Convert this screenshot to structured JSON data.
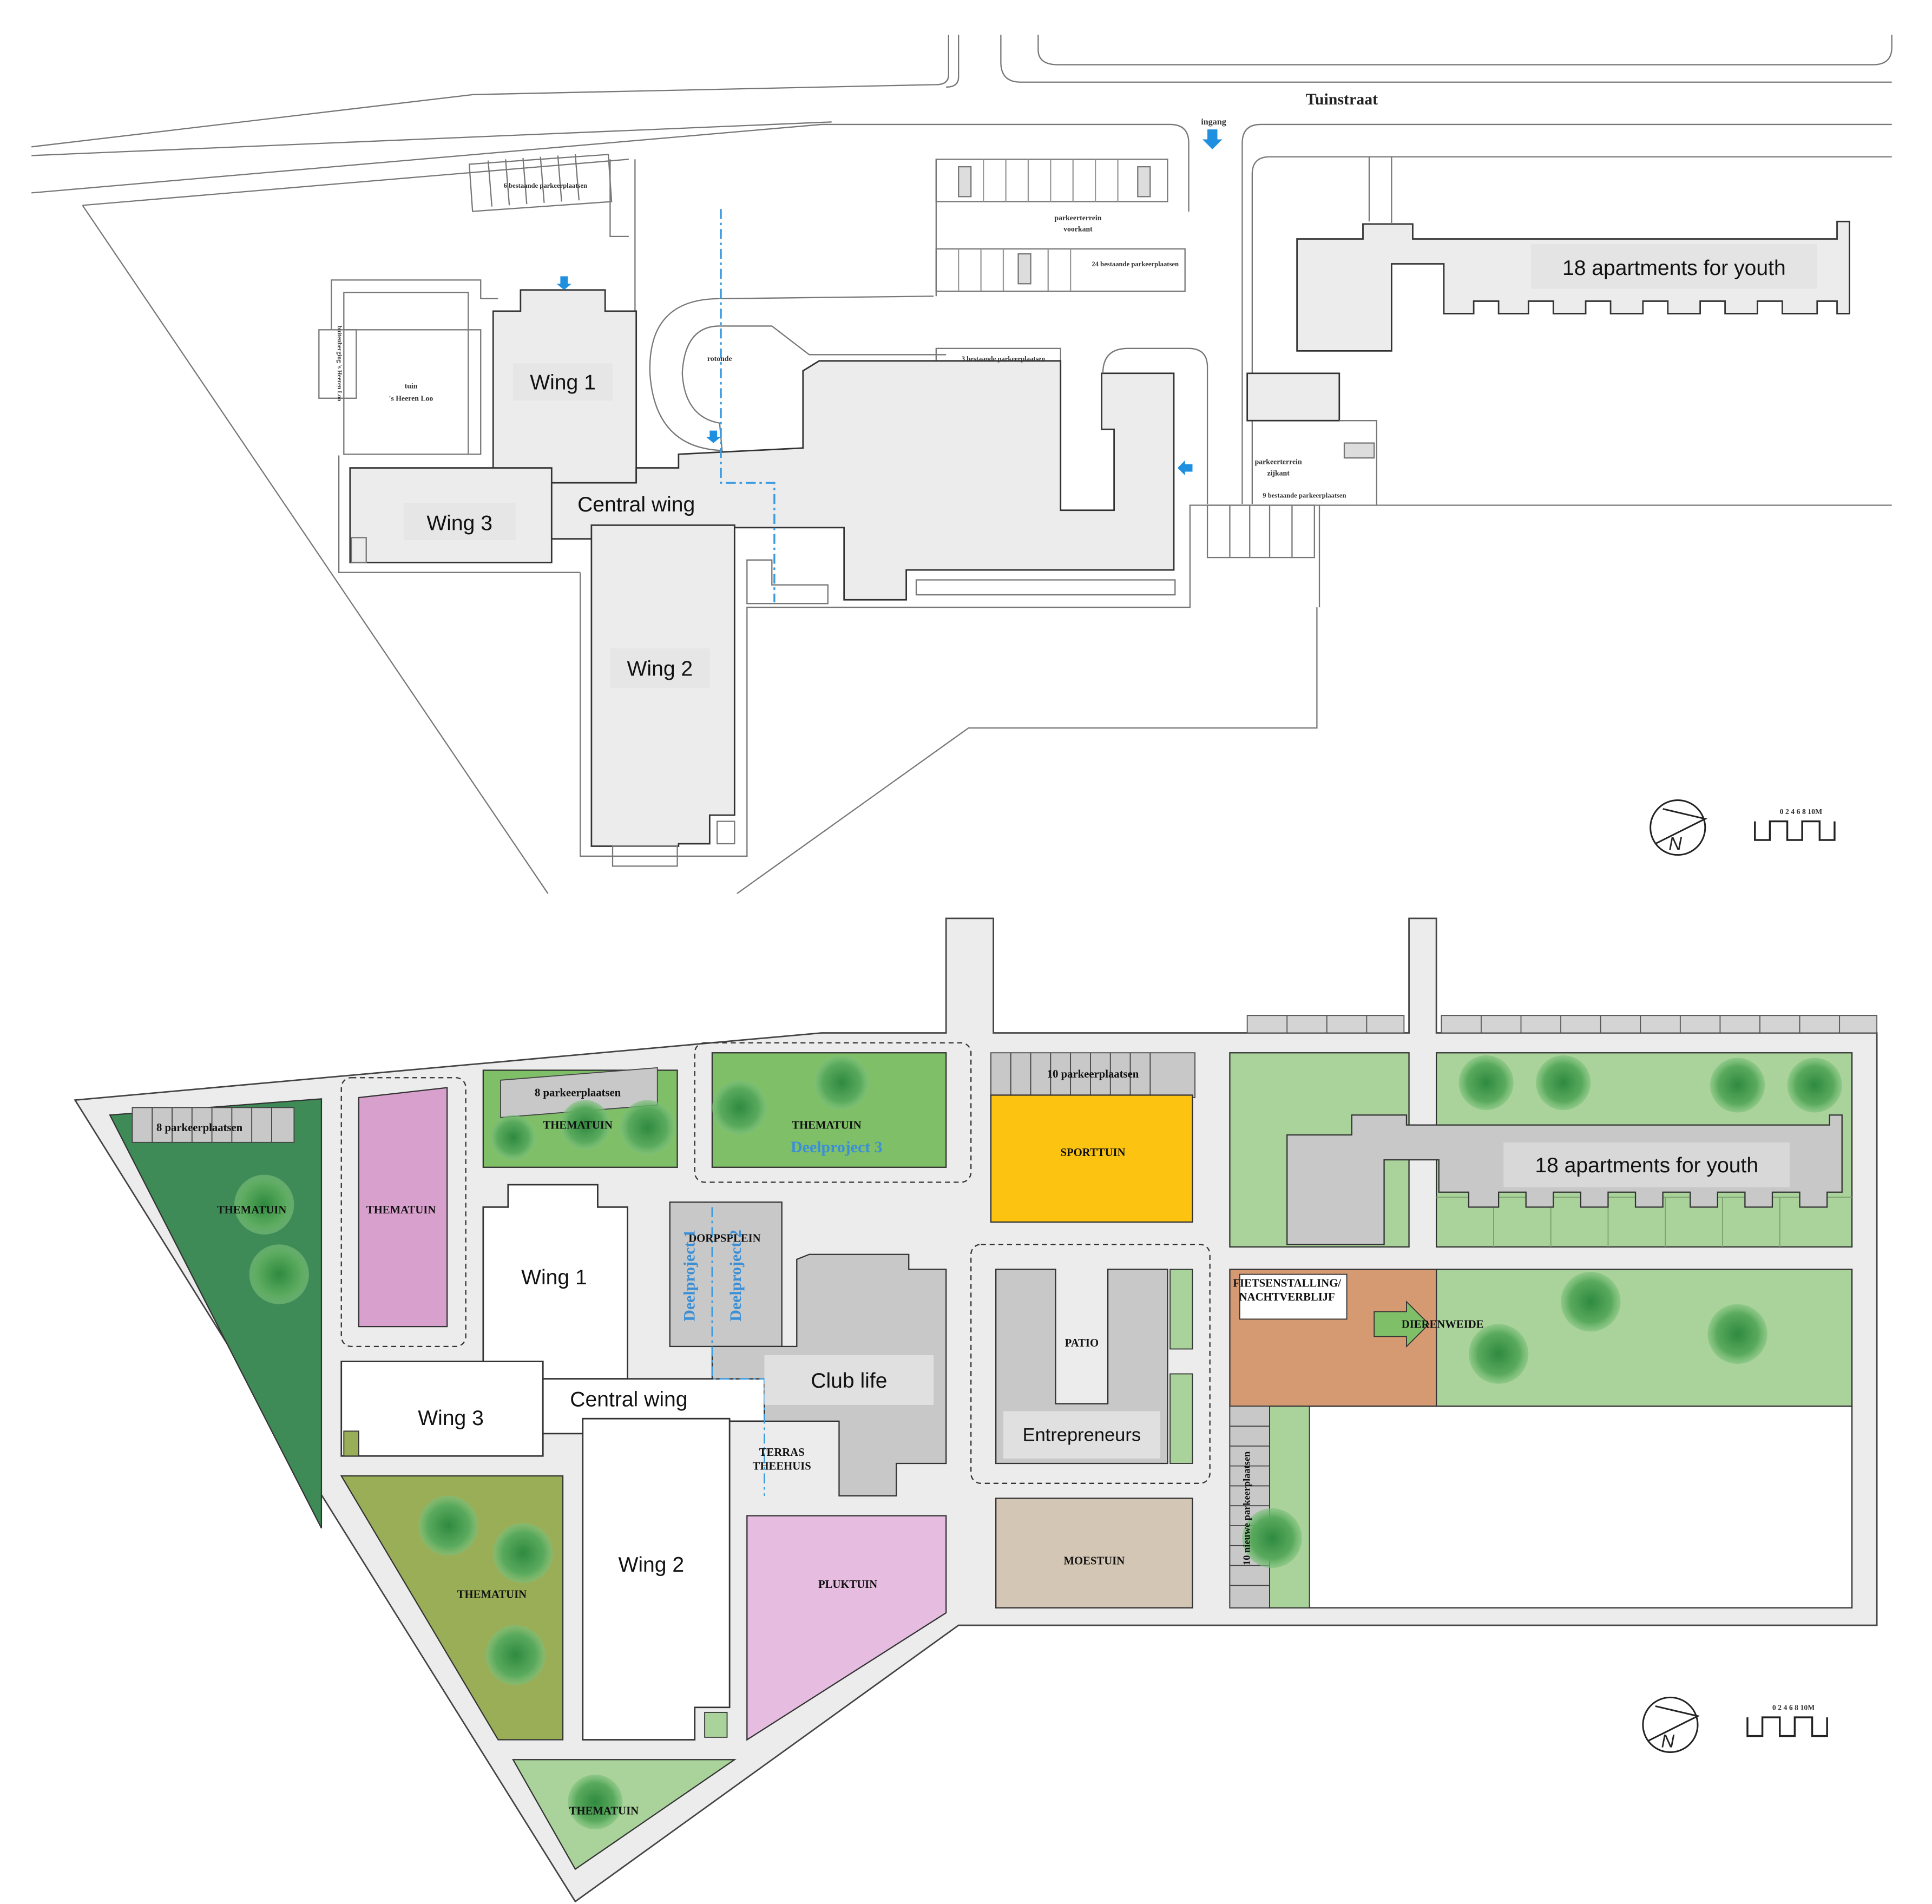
{
  "top_plan": {
    "street": "Tuinstraat",
    "entrance": "ingang",
    "buildings": {
      "wing1": "Wing 1",
      "wing2": "Wing 2",
      "wing3": "Wing 3",
      "central": "Central wing",
      "apartments": "18 apartments for youth"
    },
    "parking": {
      "p6": "6 bestaande parkeerplaatsen",
      "p24": "24 bestaande parkeerplaatsen",
      "p3": "3 bestaande parkeerplaatsen",
      "p9": "9 bestaande parkeerplaatsen",
      "front_lot_1": "parkeerterrein",
      "front_lot_2": "voorkant",
      "side_lot_1": "parkeerterrein",
      "side_lot_2": "zijkant"
    },
    "garden_1": "tuin",
    "garden_2": "'s Heeren Loo",
    "side_building": "buitenberging 's Heeren Loo",
    "rotonde": "rotonde",
    "north": "N",
    "scale": "0 2 4 6 8 10M"
  },
  "bottom_plan": {
    "buildings": {
      "wing1": "Wing 1",
      "wing2": "Wing 2",
      "wing3": "Wing 3",
      "central": "Central wing",
      "club": "Club life",
      "entrepreneurs": "Entrepreneurs",
      "apartments": "18 apartments for youth"
    },
    "zones": {
      "thematuin": "THEMATUIN",
      "sporttuin": "SPORTTUIN",
      "patio": "PATIO",
      "moestuin": "MOESTUIN",
      "pluktuin": "PLUKTUIN",
      "dorpsplein": "DORPSPLEIN",
      "terras_1": "TERRAS",
      "terras_2": "THEEHUIS",
      "fiets_1": "FIETSENSTALLING/",
      "fiets_2": "NACHTVERBLIJF",
      "dierenweide": "DIERENWEIDE"
    },
    "parking": {
      "p8a": "8 parkeerplaatsen",
      "p8b": "8 parkeerplaatsen",
      "p10": "10 parkeerplaatsen",
      "p10new": "10 nieuwe parkeerplaatsen"
    },
    "projects": {
      "d1": "Deelproject 1",
      "d2": "Deelproject 2",
      "d3": "Deelproject 3"
    },
    "north": "N",
    "scale": "0 2 4 6 8 10M"
  },
  "colors": {
    "building": "#ececec",
    "dark_green": "#3e8b57",
    "olive": "#9aae58",
    "light_green": "#a9d39a",
    "mid_green": "#7fbf68",
    "pink": "#d8a0cc",
    "light_pink": "#e6bde0",
    "yellow": "#fcc411",
    "beige": "#d4c6b4",
    "orange": "#d59a72",
    "paving": "#ececec",
    "water_blue": "#3b9be0"
  }
}
